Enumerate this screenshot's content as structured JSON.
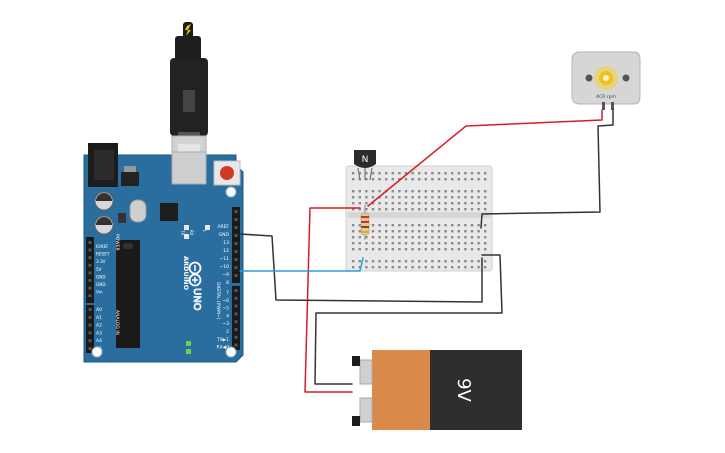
{
  "arduino": {
    "brand": "ARDUINO",
    "model": "UNO",
    "power_label": "POWER",
    "analog_label": "ANALOG IN",
    "digital_label": "DIGITAL (PWM~)",
    "led_tx": "TX",
    "led_rx": "RX",
    "led_l": "L",
    "power_pins": [
      "IOREF",
      "RESET",
      "3.3V",
      "5V",
      "GND",
      "GND",
      "Vin"
    ],
    "analog_pins": [
      "A0",
      "A1",
      "A2",
      "A3",
      "A4",
      "A5"
    ],
    "digital_pins_top": [
      "AREF",
      "GND",
      "13",
      "12",
      "~11",
      "~10",
      "~9",
      "8"
    ],
    "digital_pins_bottom": [
      "7",
      "~6",
      "~5",
      "4",
      "~3",
      "2",
      "TX▶1",
      "RX◀0"
    ]
  },
  "transistor": {
    "label": "N"
  },
  "motor": {
    "label": "ACR rpm"
  },
  "battery": {
    "label": "9V"
  },
  "colors": {
    "board": "#2a6ea0",
    "wire_red": "#d21f26",
    "wire_black": "#333333",
    "wire_blue": "#2b9fd6",
    "battery_orange": "#d9894a",
    "battery_dark": "#2e2e2e"
  }
}
